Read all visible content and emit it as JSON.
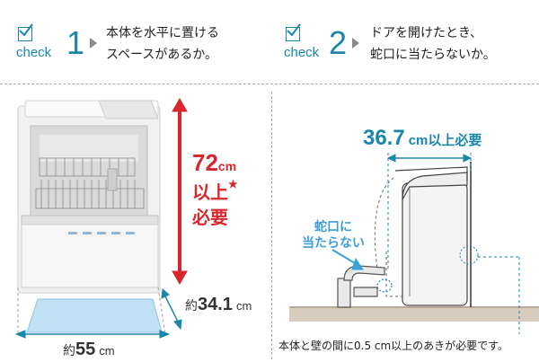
{
  "check1": {
    "word": "check",
    "number": "1",
    "line1": "本体を水平に置ける",
    "line2": "スペースがあるか。"
  },
  "check2": {
    "word": "check",
    "number": "2",
    "line1": "ドアを開けたとき、",
    "line2": "蛇口に当たらないか。"
  },
  "left": {
    "height_value": "72",
    "height_unit": "cm",
    "height_note1": "以上",
    "height_star": "★",
    "height_note2": "必要",
    "depth_prefix": "約",
    "depth_value": "34.1",
    "depth_unit": "cm",
    "width_prefix": "約",
    "width_value": "55",
    "width_unit": "cm"
  },
  "right": {
    "clearance_value": "36.7",
    "clearance_unit": "cm以上必要",
    "faucet_line1": "蛇口に",
    "faucet_line2": "当たらない",
    "footnote": "本体と壁の間に0.5 cm以上のあきが必要です。"
  },
  "colors": {
    "accent": "#1a87a8",
    "red": "#d7262c",
    "blue_bright": "#3aa0d8"
  }
}
